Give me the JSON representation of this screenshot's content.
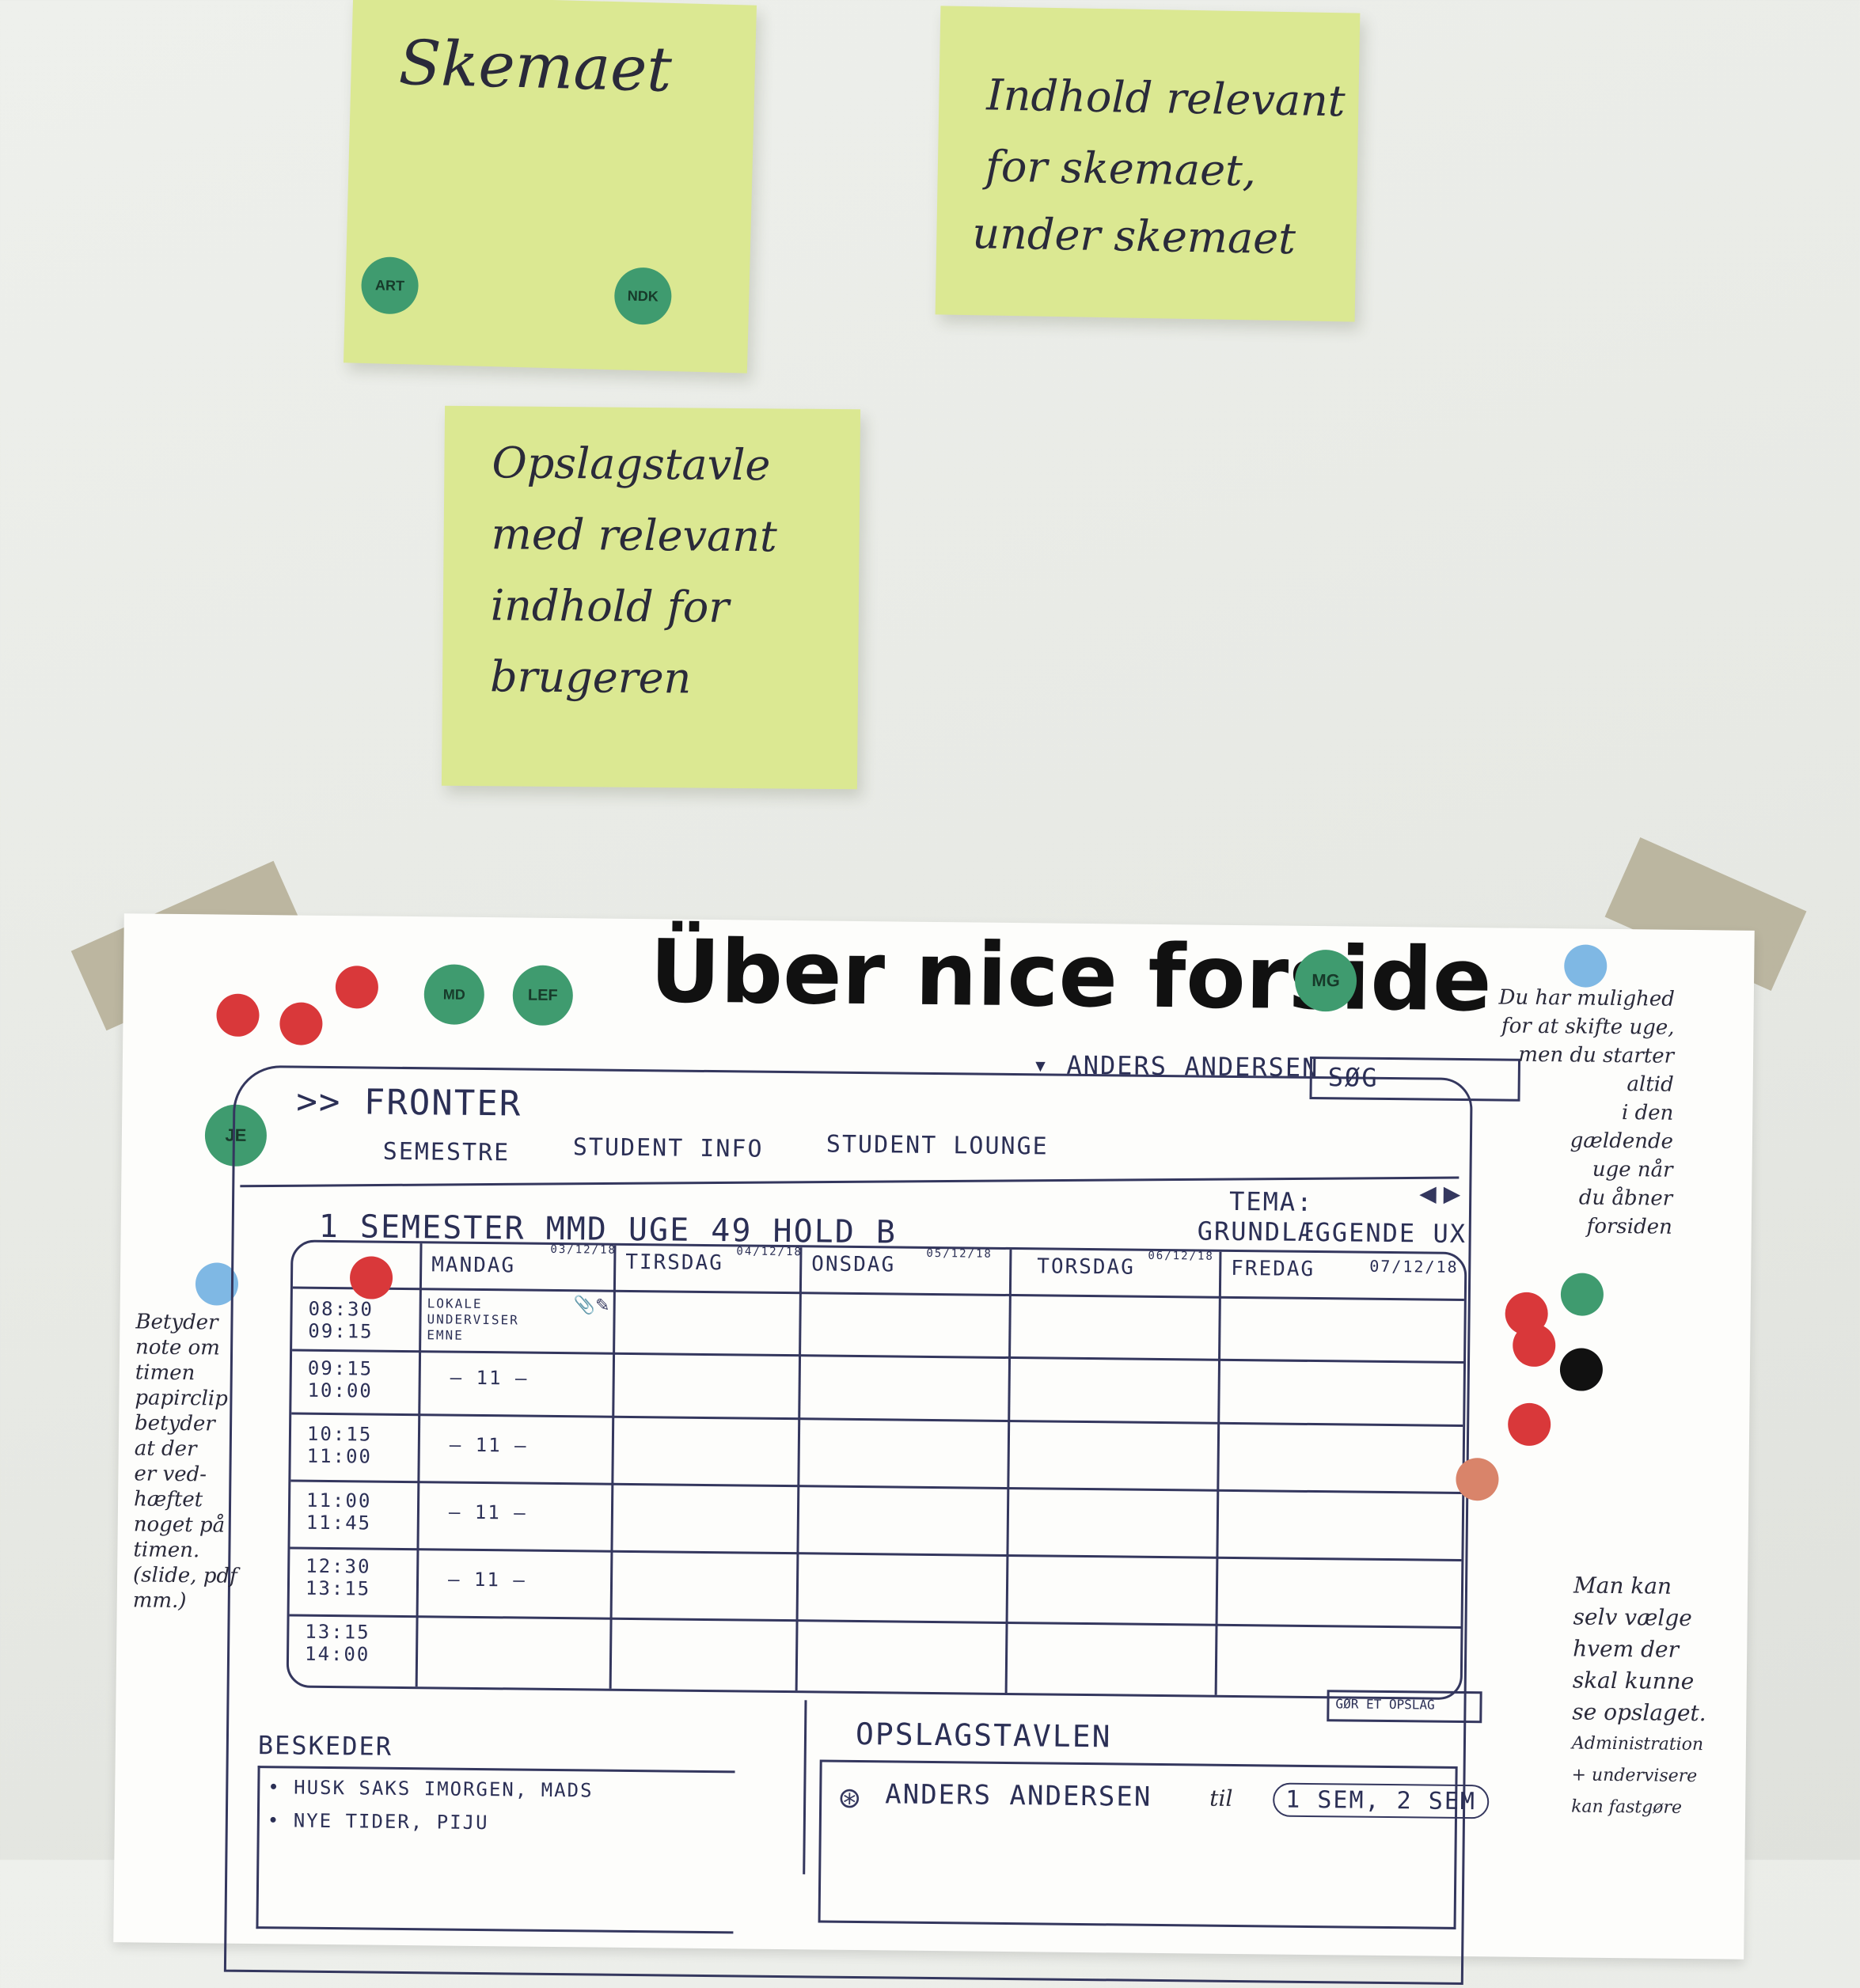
{
  "notes": {
    "note1": {
      "lines": [
        "Skemaet"
      ],
      "dots": [
        "ART",
        "NDK"
      ]
    },
    "note2": {
      "lines": [
        "Indhold relevant",
        "for skemaet,",
        "under skemaet"
      ]
    },
    "note3": {
      "lines": [
        "Opslagstavle",
        "med relevant",
        "indhold for",
        "brugeren"
      ]
    }
  },
  "poster": {
    "title": "Über nice forside",
    "title_dots": [
      "MD",
      "LEF",
      "MG",
      "JE"
    ],
    "user_label": "▾ ANDERS ANDERSEN",
    "search_label": "SØG",
    "logo": ">> FRONTER",
    "nav": [
      "SEMESTRE",
      "STUDENT INFO",
      "STUDENT LOUNGE"
    ],
    "schedule_title": "1 SEMESTER MMD UGE 49 HOLD B",
    "tema": "TEMA:",
    "tema_value": "GRUNDLÆGGENDE UX",
    "days": [
      {
        "name": "MANDAG",
        "date": "03/12/18"
      },
      {
        "name": "TIRSDAG",
        "date": "04/12/18"
      },
      {
        "name": "ONSDAG",
        "date": "05/12/18"
      },
      {
        "name": "TORSDAG",
        "date": "06/12/18"
      },
      {
        "name": "FREDAG",
        "date": "07/12/18"
      }
    ],
    "times": [
      "08:30\n09:15",
      "09:15\n10:00",
      "10:15\n11:00",
      "11:00\n11:45",
      "12:30\n13:15",
      "13:15\n14:00"
    ],
    "first_cell": [
      "LOKALE",
      "UNDERVISER",
      "EMNE"
    ],
    "repeat_mark": "— 11 —",
    "left_annotation": [
      "Betyder",
      "note om",
      "timen",
      "papirclip",
      "betyder",
      "at der",
      "er ved-",
      "hæftet",
      "noget på",
      "timen.",
      "(slide, pdf",
      "mm.)"
    ],
    "right_annotation_top": [
      "Du har mulighed",
      "for at skifte uge,",
      "men du starter",
      "altid",
      "i den",
      "gældende",
      "uge når",
      "du åbner",
      "forsiden"
    ],
    "right_annotation_bottom": [
      "Man kan",
      "selv vælge",
      "hvem der",
      "skal kunne",
      "se opslaget.",
      "Administration",
      "+ undervisere",
      "kan fastgøre"
    ],
    "board_title": "OPSLAGSTAVLEN",
    "board_button": "GØR ET OPSLAG",
    "board_post_author": "ANDERS ANDERSEN",
    "board_post_to": "til",
    "board_post_target": "1 SEM, 2 SEM",
    "messages_title": "BESKEDER",
    "messages": [
      "HUSK SAKS IMORGEN, MADS",
      "NYE TIDER, PIJU"
    ]
  },
  "colors": {
    "note": "#dbe892",
    "green_dot": "#3f9b6f",
    "red_dot": "#d9383a",
    "blue_dot": "#7fb8e4",
    "black_dot": "#111111",
    "ink": "#34375e"
  }
}
